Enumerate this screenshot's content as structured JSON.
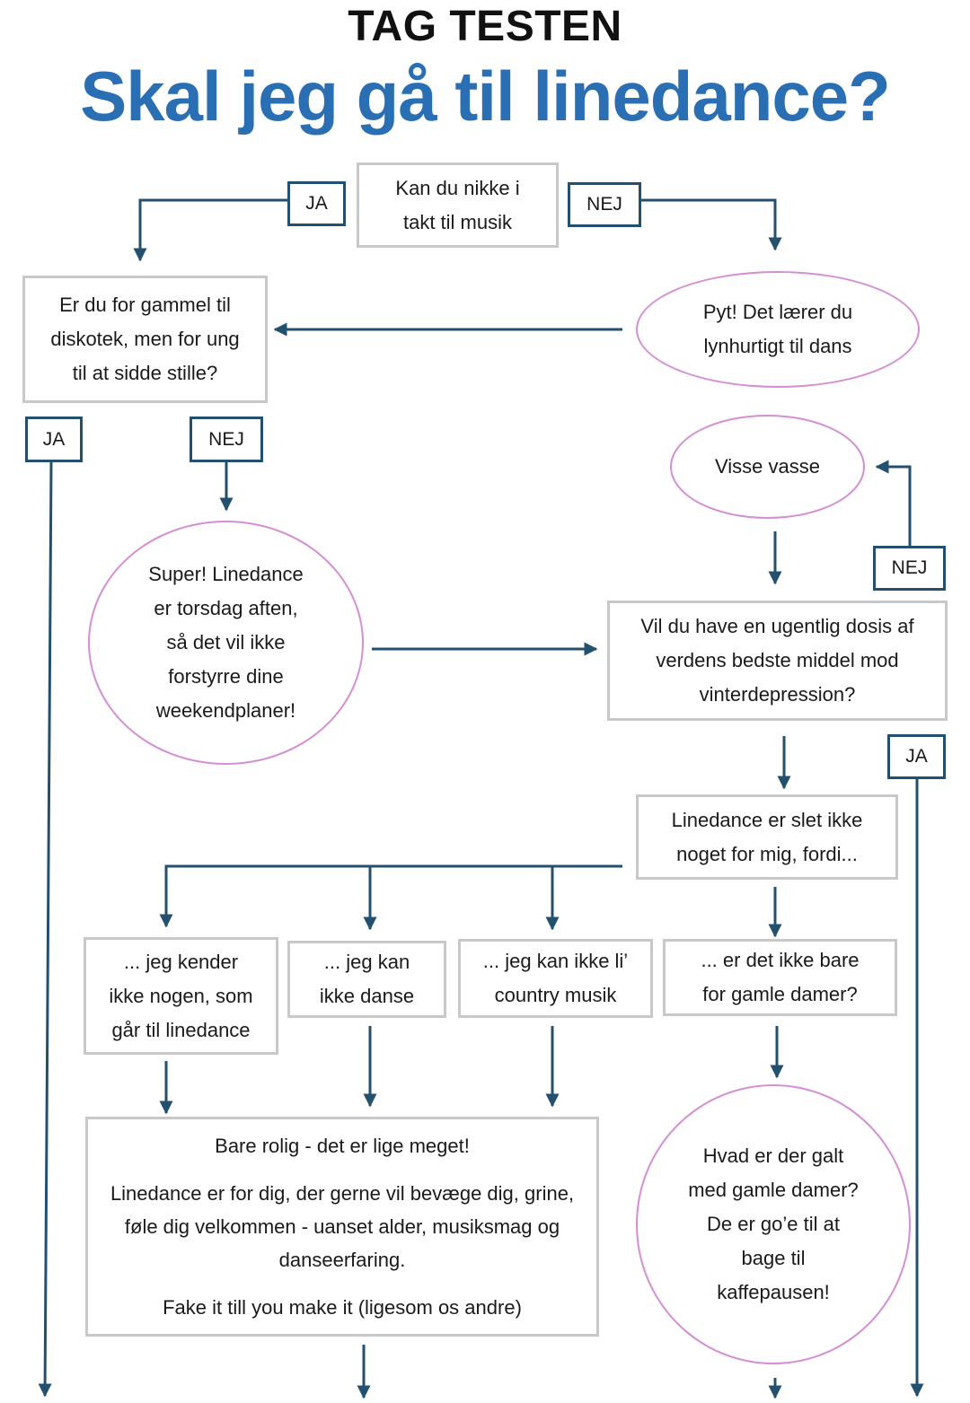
{
  "header": {
    "kicker": "TAG TESTEN",
    "title": "Skal jeg gå til linedance?"
  },
  "colors": {
    "title": "#2a6fb3",
    "connector": "#24506f",
    "box_border": "#c8c8c8",
    "ellipse_border": "#d48fd4"
  },
  "nodes": {
    "q1": [
      "Kan du nikke i",
      "takt til musik"
    ],
    "pyt": [
      "Pyt! Det lærer du",
      "lynhurtigt til dans"
    ],
    "q2": [
      "Er du for gammel til",
      "diskotek, men for ung",
      "til at sidde stille?"
    ],
    "visse": [
      "Visse vasse"
    ],
    "super": [
      "Super! Linedance",
      "er torsdag aften,",
      "så det vil ikke",
      "forstyrre dine",
      "weekendplaner!"
    ],
    "q3": [
      "Vil du have en ugentlig dosis af",
      "verdens bedste middel mod",
      "vinterdepression?"
    ],
    "q4": [
      "Linedance er slet ikke",
      "noget for mig, fordi..."
    ],
    "r1": [
      "... jeg kender",
      "ikke nogen, som",
      "går til linedance"
    ],
    "r2": [
      "... jeg kan",
      "ikke danse"
    ],
    "r3": [
      "... jeg kan ikke li’",
      "country musik"
    ],
    "r4": [
      "... er det ikke bare",
      "for gamle damer?"
    ],
    "final": [
      "Bare rolig - det er lige meget!",
      "Linedance er for dig, der gerne vil bevæge dig, grine, føle dig velkommen - uanset alder, musiksmag og danseerfaring.",
      "Fake it till you make it (ligesom os andre)"
    ],
    "damer": [
      "Hvad er der galt",
      "med gamle damer?",
      "De er go’e til at",
      "bage til",
      "kaffepausen!"
    ]
  },
  "labels": {
    "q1_yes": "JA",
    "q1_no": "NEJ",
    "q2_yes": "JA",
    "q2_no": "NEJ",
    "q3_no": "NEJ",
    "q3_yes": "JA"
  }
}
